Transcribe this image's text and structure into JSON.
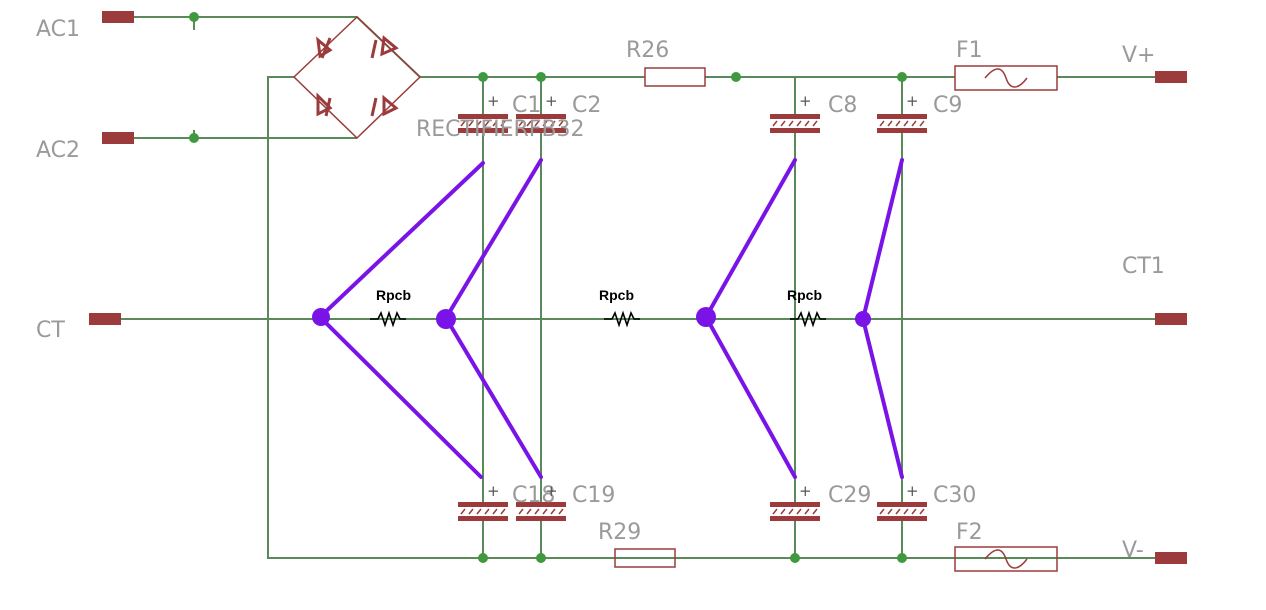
{
  "nets": {
    "ac1": "AC1",
    "ac2": "AC2",
    "ct": "CT",
    "ct1": "CT1",
    "vplus": "V+",
    "vminus": "V-"
  },
  "bridge": {
    "label": "RECTIFIERFB32"
  },
  "resistors": {
    "r26": "R26",
    "r29": "R29"
  },
  "fuses": {
    "f1": "F1",
    "f2": "F2"
  },
  "capacitors": {
    "c1": "C1",
    "c2": "C2",
    "c8": "C8",
    "c9": "C9",
    "c18": "C18",
    "c19": "C19",
    "c29": "C29",
    "c30": "C30",
    "polarity": "+"
  },
  "annotation": {
    "rpcb": "Rpcb",
    "color": "#7a13e8"
  },
  "colors": {
    "wire": "#5a8a5a",
    "component": "#9b3b3b",
    "junction": "#3f9a3f",
    "label": "#9a9a9a"
  }
}
